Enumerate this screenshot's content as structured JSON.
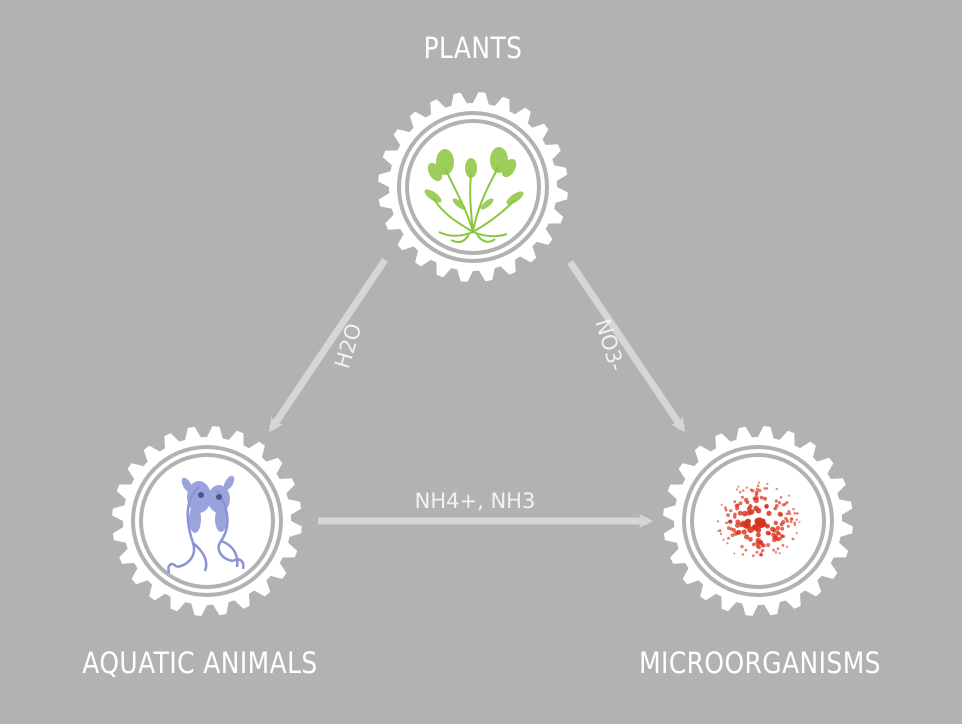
{
  "nodes": {
    "plants": {
      "label": "PLANTS",
      "icon": "plant-icon",
      "color": "#8cc63f"
    },
    "animals": {
      "label": "AQUATIC ANIMALS",
      "icon": "fish-icon",
      "color": "#8a93d6"
    },
    "micro": {
      "label": "MICROORGANISMS",
      "icon": "microbe-cluster-icon",
      "color": "#d8331e"
    }
  },
  "flows": {
    "plants_to_animals": {
      "label": "H2O"
    },
    "plants_to_micro": {
      "label": "NO3-"
    },
    "animals_to_micro": {
      "label": "NH4+, NH3"
    }
  },
  "colors": {
    "background": "#b2b2b2",
    "gear": "#ffffff",
    "arrow": "#d6d6d6"
  }
}
